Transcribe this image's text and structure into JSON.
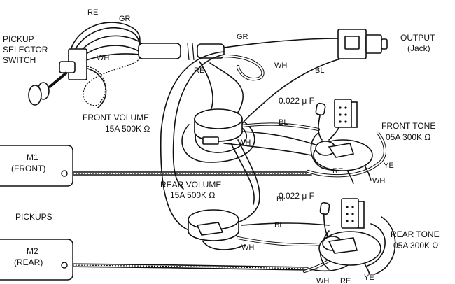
{
  "labels": {
    "selector": [
      "PICKUP",
      "SELECTOR",
      "SWITCH"
    ],
    "output": [
      "OUTPUT",
      "(Jack)"
    ],
    "front_volume": [
      "FRONT VOLUME",
      "15A 500K Ω"
    ],
    "front_tone": [
      "FRONT TONE",
      "05A 300K Ω"
    ],
    "rear_volume": [
      "REAR VOLUME",
      "15A 500K Ω"
    ],
    "rear_tone": [
      "REAR TONE",
      "05A 300K Ω"
    ],
    "cap_front": "0.022 μ F",
    "cap_rear": "0.022 μ F",
    "pickups": "PICKUPS",
    "m1": [
      "M1",
      "(FRONT)"
    ],
    "m2": [
      "M2",
      "(REAR)"
    ]
  },
  "wires": {
    "re_top": "RE",
    "gr_top": "GR",
    "wh_switch": "WH",
    "gr_mid": "GR",
    "re_mid": "RE",
    "wh_mid": "WH",
    "bl_out": "BL",
    "bl_front": "BL",
    "wh_front": "WH",
    "re_front": "RE",
    "ye_front": "YE",
    "wh_front_tone": "WH",
    "bl_rear_vert": "BL",
    "bl_rear": "BL",
    "wh_rear": "WH",
    "ye_rear": "YE",
    "wh_bottom": "WH",
    "re_bottom": "RE"
  }
}
